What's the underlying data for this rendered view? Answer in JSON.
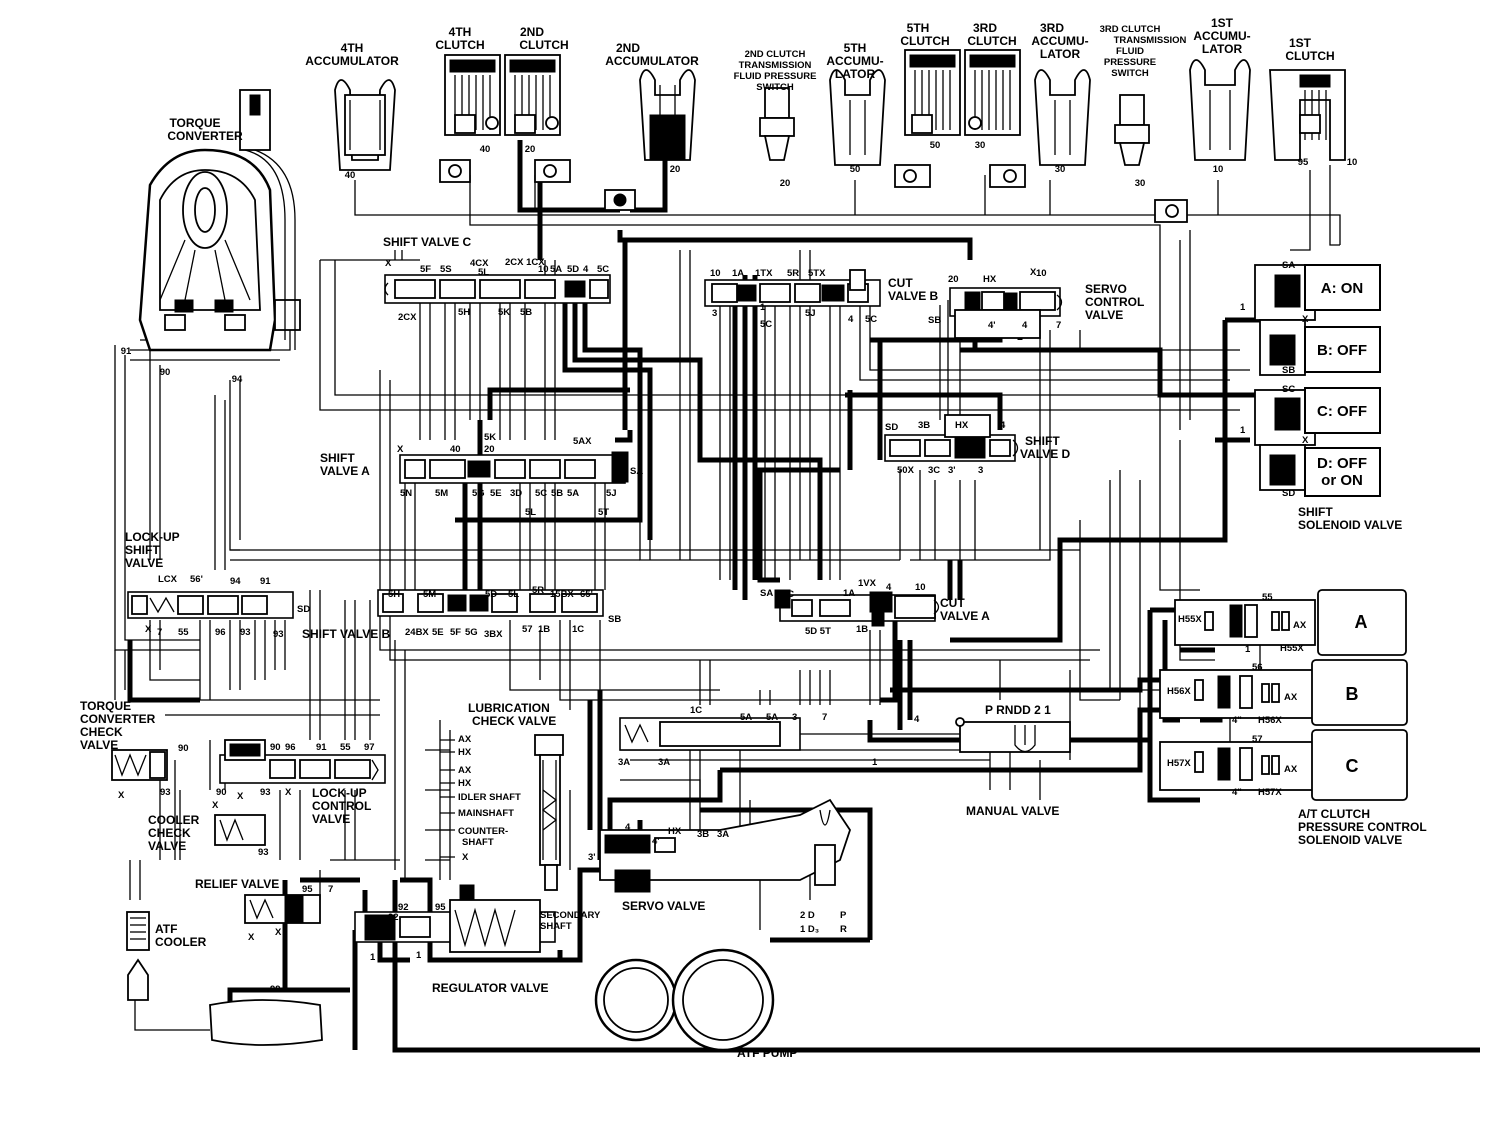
{
  "components": {
    "accumulator_4th": "4TH\nACCUMULATOR",
    "clutch_4th": "4TH\nCLUTCH",
    "clutch_2nd": "2ND CLUTCH",
    "accumulator_2nd": "2ND\nACCUMULATOR",
    "pressure_switch_2nd": "2ND CLUTCH\nTRANSMISSION\nFLUID PRESSURE\nSWITCH",
    "accumulator_5th": "5TH\nACCUMU-\nLATOR",
    "clutch_5th": "5TH\nCLUTCH",
    "clutch_3rd": "3RD\nCLUTCH",
    "accumulator_3rd": "3RD\nACCUMU-\nLATOR",
    "pressure_switch_3rd": "3RD CLUTCH\nTRANSMISSION\nFLUID\nPRESSURE\nSWITCH",
    "accumulator_1st": "1ST\nACCUMU-\nLATOR",
    "clutch_1st": "1ST\nCLUTCH",
    "torque_converter": "TORQUE\nCONVERTER",
    "shift_valve_c": "SHIFT VALVE C",
    "cut_valve_b": "CUT\nVALVE B",
    "servo_control_valve": "SERVO\nCONTROL\nVALVE",
    "shift_valve_a": "SHIFT\nVALVE A",
    "shift_valve_d": "SHIFT\nVALVE D",
    "lock_up_shift_valve": "LOCK-UP\nSHIFT\nVALVE",
    "shift_valve_b": "SHIFT VALVE B",
    "cut_valve_a": "CUT\nVALVE A",
    "shift_solenoid_valve": "SHIFT\nSOLENOID VALVE",
    "torque_converter_check_valve": "TORQUE\nCONVERTER\nCHECK\nVALVE",
    "lubrication_check_valve": "LUBRICATION\nCHECK VALVE",
    "lock_up_control_valve": "LOCK-UP\nCONTROL\nVALVE",
    "cooler_check_valve": "COOLER\nCHECK\nVALVE",
    "manual_valve": "MANUAL VALVE",
    "at_clutch_pcs_valve": "A/T CLUTCH\nPRESSURE CONTROL\nSOLENOID VALVE",
    "relief_valve": "RELIEF VALVE",
    "servo_valve": "SERVO VALVE",
    "atf_cooler": "ATF\nCOOLER",
    "secondary_shaft": "SECONDARY\nSHAFT",
    "regulator_valve": "REGULATOR VALVE",
    "atf_pump": "ATF PUMP"
  },
  "solenoids": {
    "a": "A: ON",
    "b": "B: OFF",
    "c": "C: OFF",
    "d": "D: OFF\nor ON"
  },
  "pcs_units": {
    "a": "A",
    "b": "B",
    "c": "C"
  },
  "lubrication_ports": [
    "AX",
    "HX",
    "AX",
    "HX",
    "IDLER SHAFT",
    "MAINSHAFT",
    "COUNTER-\nSHAFT",
    "X"
  ],
  "manual_valve_positions": "P  RNDD 2 1",
  "servo_positions": [
    "2 D",
    "1 D₃",
    "P",
    "R"
  ]
}
